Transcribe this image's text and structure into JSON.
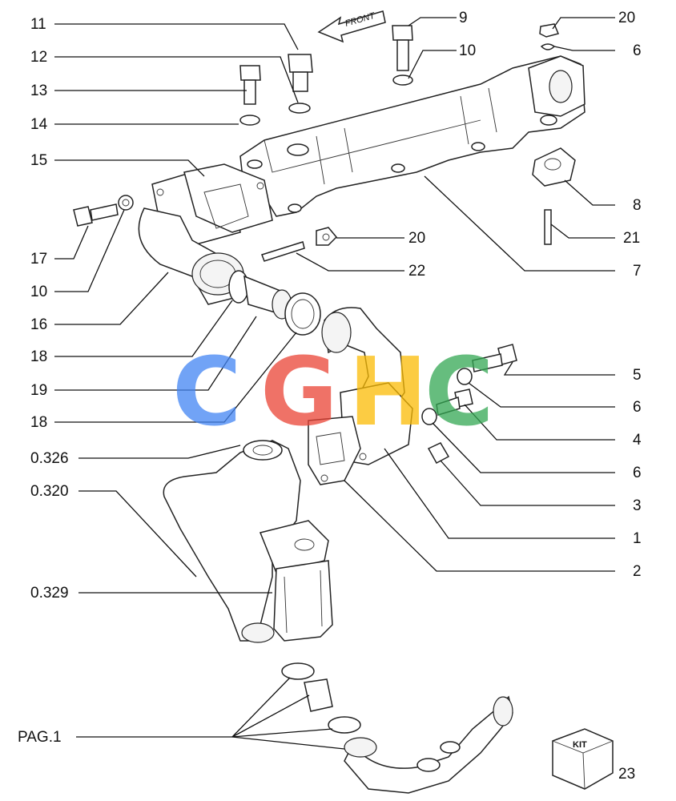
{
  "diagram": {
    "front_label": "FRONT",
    "kit_label": "KIT",
    "kit_number": "23",
    "watermark": [
      "C",
      "G",
      "H",
      "C"
    ],
    "watermark_colors": [
      "#4285F4",
      "#EA4335",
      "#FBBC05",
      "#34A853"
    ],
    "labels_left": [
      "11",
      "12",
      "13",
      "14",
      "15",
      "17",
      "10",
      "16",
      "18",
      "19",
      "18",
      "0.326",
      "0.320",
      "0.329",
      "PAG.1"
    ],
    "labels_right": [
      "9",
      "10",
      "20",
      "6",
      "8",
      "21",
      "20",
      "22",
      "7",
      "5",
      "6",
      "4",
      "6",
      "3",
      "1",
      "2"
    ]
  }
}
